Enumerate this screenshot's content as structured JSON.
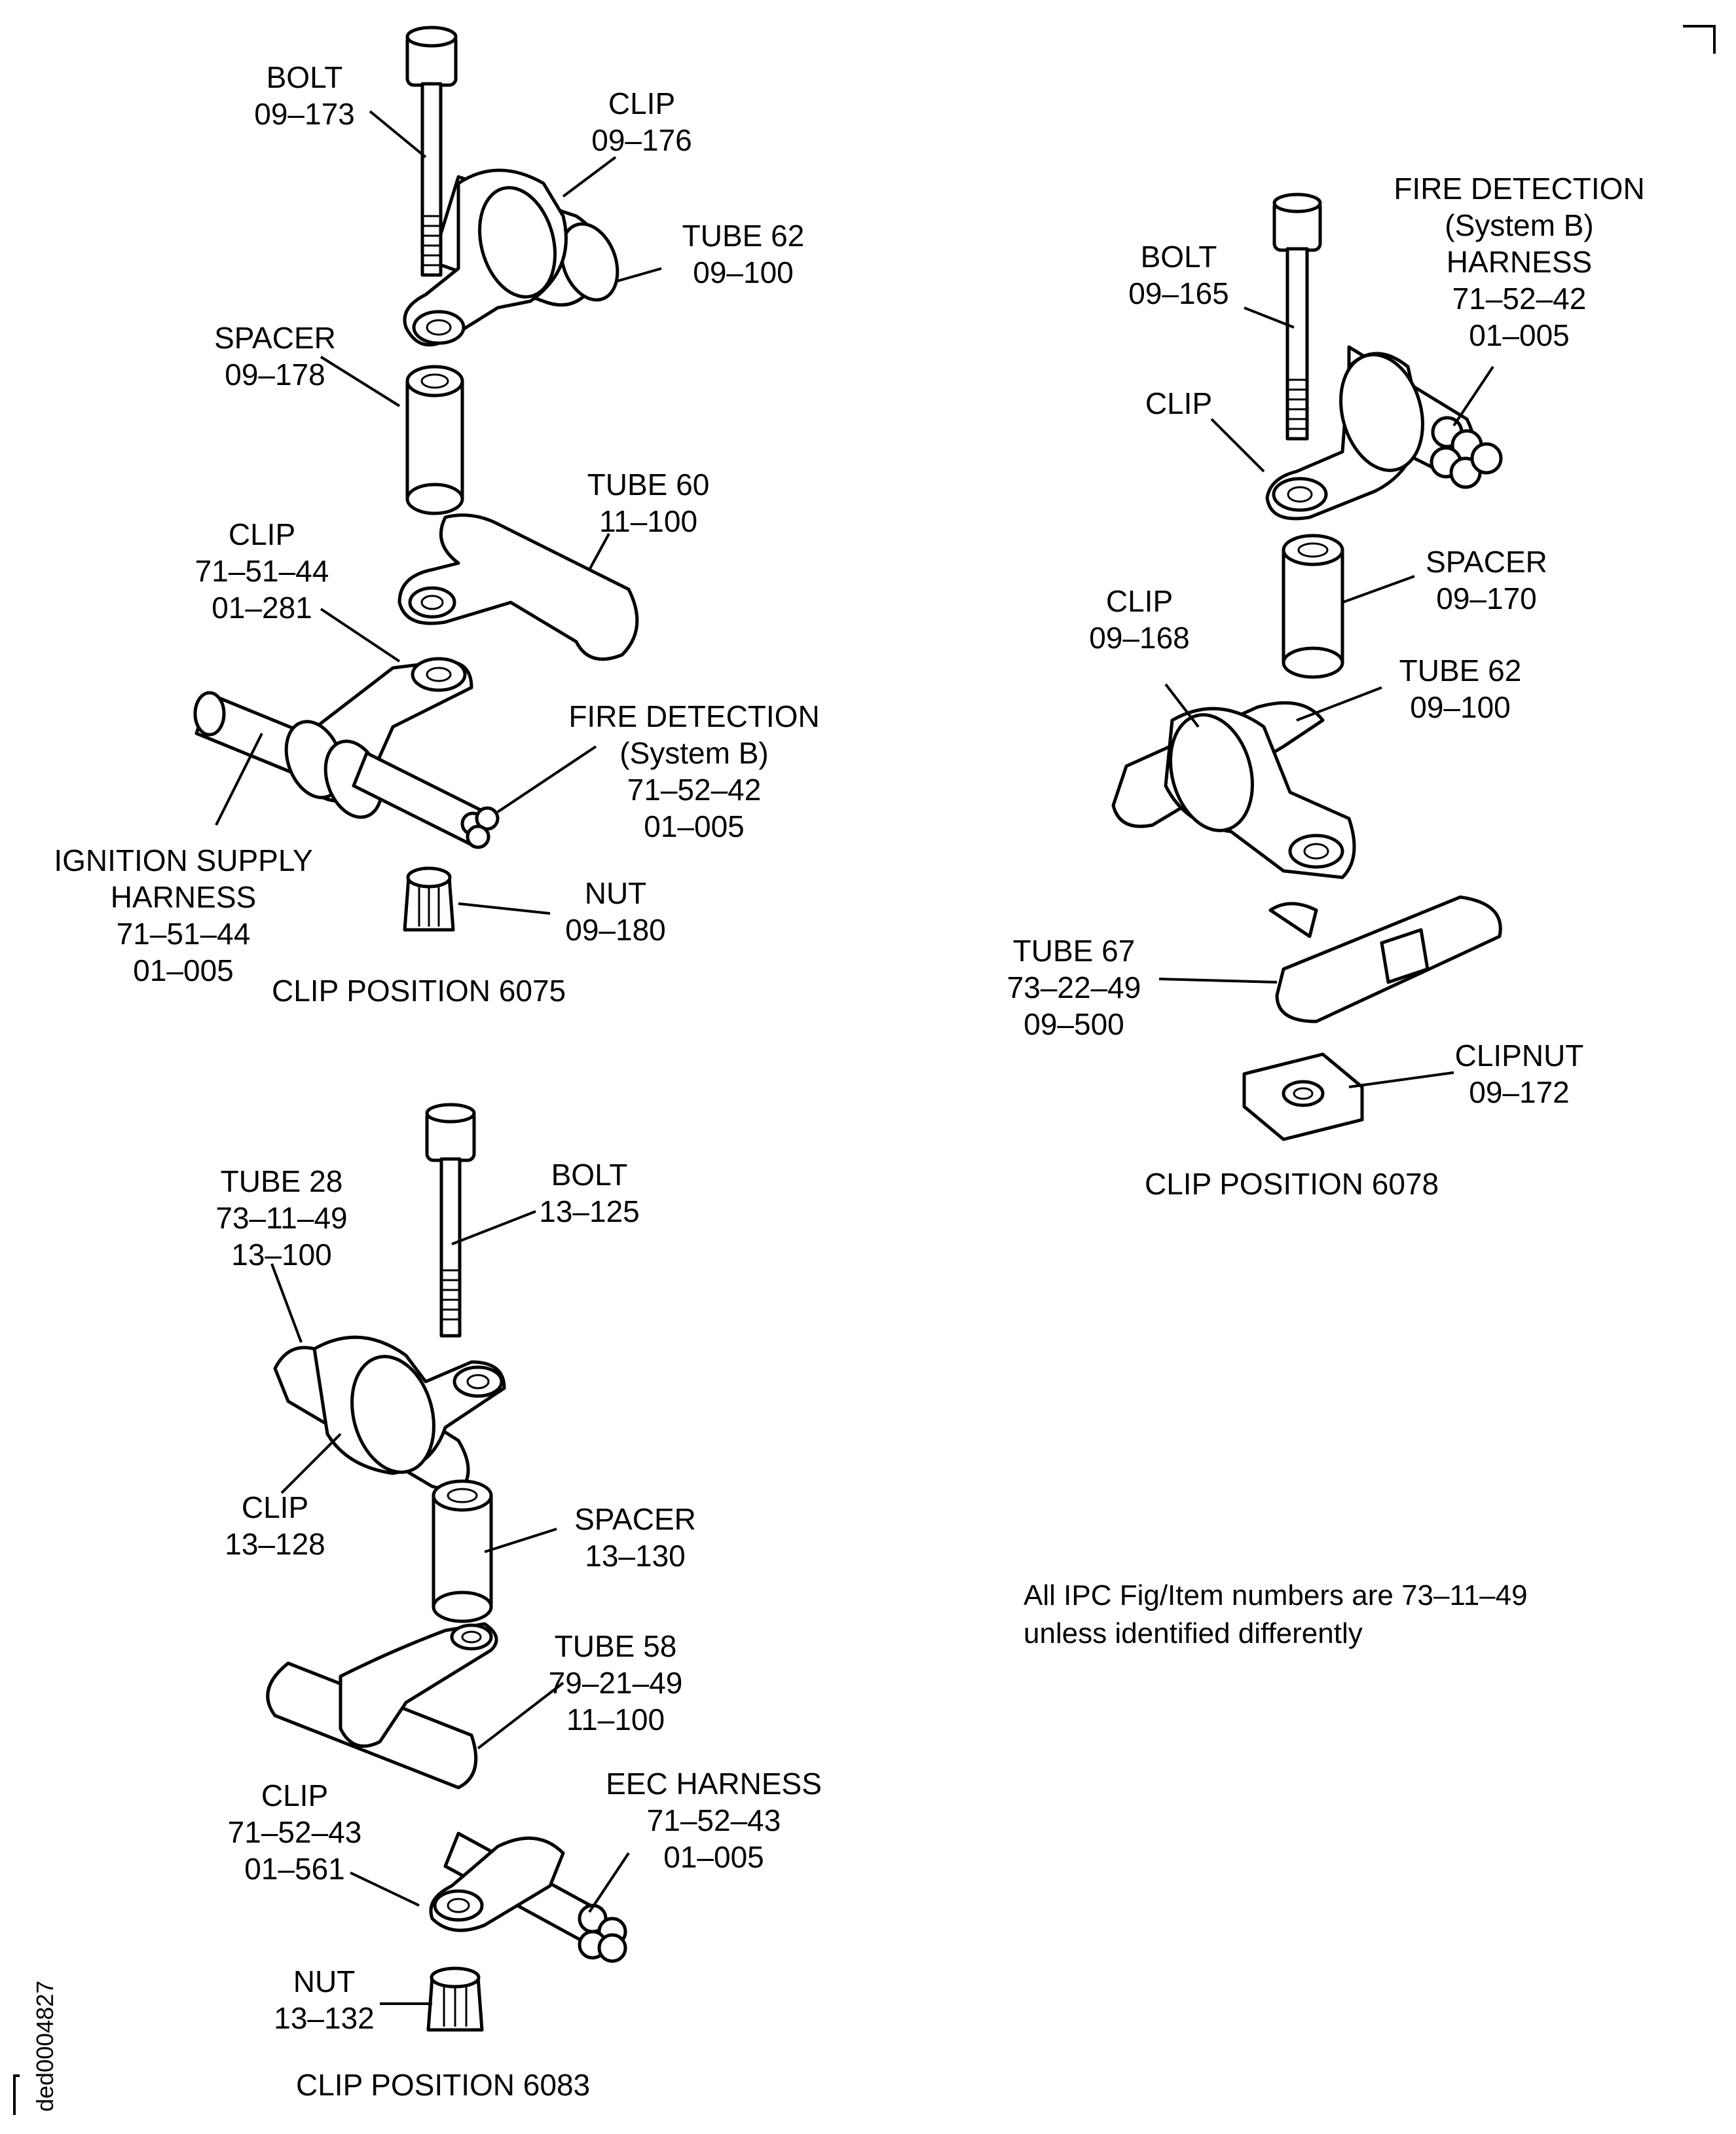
{
  "diagram": {
    "positions": [
      {
        "title": "CLIP POSITION 6075",
        "labels": [
          {
            "id": "bolt",
            "lines": [
              "BOLT",
              "09–173"
            ]
          },
          {
            "id": "clip_top",
            "lines": [
              "CLIP",
              "09–176"
            ]
          },
          {
            "id": "tube62",
            "lines": [
              "TUBE 62",
              "09–100"
            ]
          },
          {
            "id": "spacer",
            "lines": [
              "SPACER",
              "09–178"
            ]
          },
          {
            "id": "tube60",
            "lines": [
              "TUBE 60",
              "11–100"
            ]
          },
          {
            "id": "clip_mid",
            "lines": [
              "CLIP",
              "71–51–44",
              "01–281"
            ]
          },
          {
            "id": "fire_det",
            "lines": [
              "FIRE DETECTION",
              "(System B)",
              "71–52–42",
              "01–005"
            ]
          },
          {
            "id": "ignition",
            "lines": [
              "IGNITION SUPPLY",
              "HARNESS",
              "71–51–44",
              "01–005"
            ]
          },
          {
            "id": "nut",
            "lines": [
              "NUT",
              "09–180"
            ]
          }
        ]
      },
      {
        "title": "CLIP POSITION 6078",
        "labels": [
          {
            "id": "fire_harness",
            "lines": [
              "FIRE DETECTION",
              "(System B)",
              "HARNESS",
              "71–52–42",
              "01–005"
            ]
          },
          {
            "id": "bolt",
            "lines": [
              "BOLT",
              "09–165"
            ]
          },
          {
            "id": "clip_top",
            "lines": [
              "CLIP"
            ]
          },
          {
            "id": "spacer",
            "lines": [
              "SPACER",
              "09–170"
            ]
          },
          {
            "id": "clip_mid",
            "lines": [
              "CLIP",
              "09–168"
            ]
          },
          {
            "id": "tube62",
            "lines": [
              "TUBE 62",
              "09–100"
            ]
          },
          {
            "id": "tube67",
            "lines": [
              "TUBE 67",
              "73–22–49",
              "09–500"
            ]
          },
          {
            "id": "clipnut",
            "lines": [
              "CLIPNUT",
              "09–172"
            ]
          }
        ]
      },
      {
        "title": "CLIP POSITION 6083",
        "labels": [
          {
            "id": "tube28",
            "lines": [
              "TUBE 28",
              "73–11–49",
              "13–100"
            ]
          },
          {
            "id": "bolt",
            "lines": [
              "BOLT",
              "13–125"
            ]
          },
          {
            "id": "clip_top",
            "lines": [
              "CLIP",
              "13–128"
            ]
          },
          {
            "id": "spacer",
            "lines": [
              "SPACER",
              "13–130"
            ]
          },
          {
            "id": "tube58",
            "lines": [
              "TUBE 58",
              "79–21–49",
              "11–100"
            ]
          },
          {
            "id": "clip_low",
            "lines": [
              "CLIP",
              "71–52–43",
              "01–561"
            ]
          },
          {
            "id": "eec",
            "lines": [
              "EEC HARNESS",
              "71–52–43",
              "01–005"
            ]
          },
          {
            "id": "nut",
            "lines": [
              "NUT",
              "13–132"
            ]
          }
        ]
      }
    ],
    "note": [
      "All IPC Fig/Item numbers are 73–11–49",
      "unless identified differently"
    ],
    "reference": "ded0004827"
  }
}
